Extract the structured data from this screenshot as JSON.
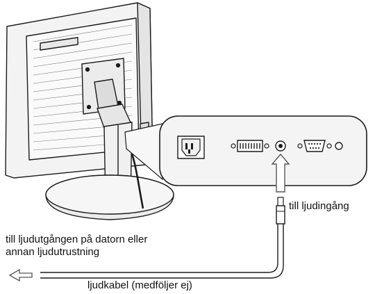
{
  "labels": {
    "audio_in": "till ljudingång",
    "audio_out_line1": "till ljudutgången på datorn eller",
    "audio_out_line2": "annan ljudutrustning",
    "cable": "ljudkabel (medföljer ej)"
  },
  "colors": {
    "line": "#1a1a1a",
    "panel_fill": "#f4f4f4",
    "callout_fill": "#f7f7f7",
    "arrow_fill": "#ffffff",
    "arrow_stroke": "#555555"
  },
  "icons": [
    "power-inlet-icon",
    "dvi-port-icon",
    "audio-jack-icon",
    "vga-port-icon"
  ]
}
